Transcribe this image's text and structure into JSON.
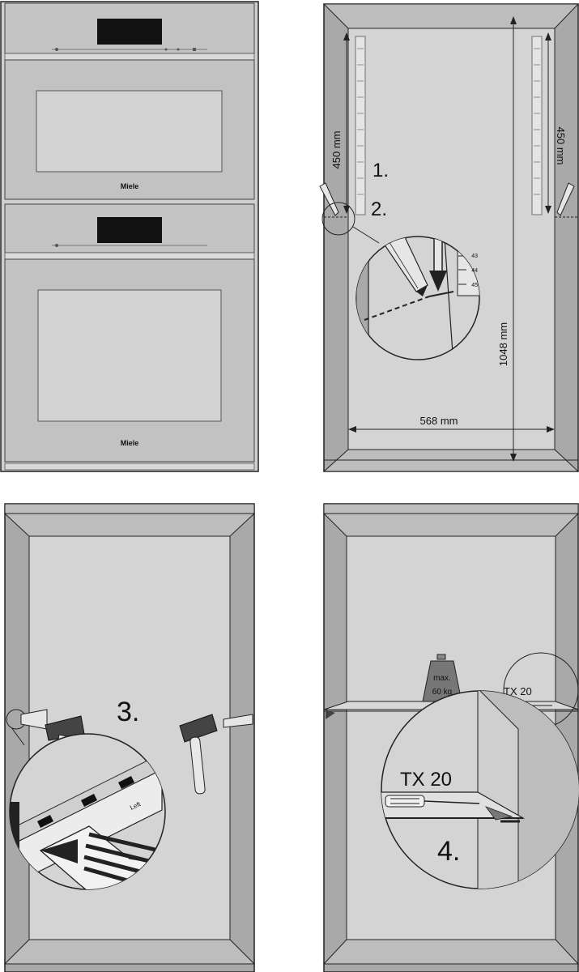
{
  "panel_oven": {
    "brand_top": "Miele",
    "brand_bottom": "Miele"
  },
  "panel_measure": {
    "height_left": "450 mm",
    "height_right": "450 mm",
    "height_total": "1048 mm",
    "width": "568 mm",
    "step1": "1.",
    "step2": "2.",
    "ruler_ticks": [
      "43",
      "44",
      "45"
    ]
  },
  "panel_hammer": {
    "step3": "3.",
    "bracket_text": "Left"
  },
  "panel_shelf": {
    "weight_line1": "max.",
    "weight_line2": "60 kg",
    "tool_small": "TX 20",
    "tool_large": "TX 20",
    "step4": "4."
  },
  "colors": {
    "panel_gray": "#d4d4d4",
    "frame_gray": "#a9a9a9",
    "line": "#222222",
    "oven_silver": "#c9c9c9",
    "display_black": "#111111"
  }
}
